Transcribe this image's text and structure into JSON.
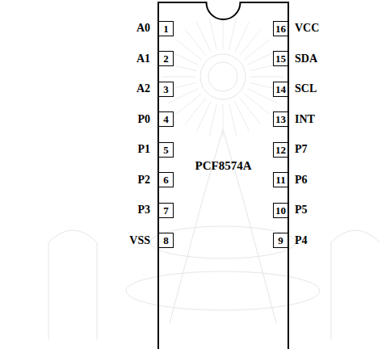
{
  "diagram": {
    "nodes": [
      {
        "text": [
          "PCF8574A"
        ]
      },
      {
        "text": [
          "1"
        ],
        "in": 0
      },
      {
        "text": [
          "2"
        ],
        "in": 0
      },
      {
        "text": [
          "3"
        ],
        "in": 0
      },
      {
        "text": [
          "4"
        ],
        "in": 0
      },
      {
        "text": [
          "5"
        ],
        "in": 0
      },
      {
        "text": [
          "6"
        ],
        "in": 0
      },
      {
        "text": [
          "7"
        ],
        "in": 0
      },
      {
        "text": [
          "8"
        ],
        "in": 0
      },
      {
        "text": [
          "16"
        ],
        "in": 0
      },
      {
        "text": [
          "15"
        ],
        "in": 0
      },
      {
        "text": [
          "14"
        ],
        "in": 0
      },
      {
        "text": [
          "13"
        ],
        "in": 0
      },
      {
        "text": [
          "12"
        ],
        "in": 0
      },
      {
        "text": [
          "11"
        ],
        "in": 0
      },
      {
        "text": [
          "10"
        ],
        "in": 0
      },
      {
        "text": [
          "9"
        ],
        "in": 0
      }
    ],
    "labels": [
      "A0",
      "A1",
      "A2",
      "P0",
      "P1",
      "P2",
      "P3",
      "VSS",
      "VCC",
      "SDA",
      "SCL",
      "INT",
      "P7",
      "P6",
      "P5",
      "P4"
    ]
  }
}
